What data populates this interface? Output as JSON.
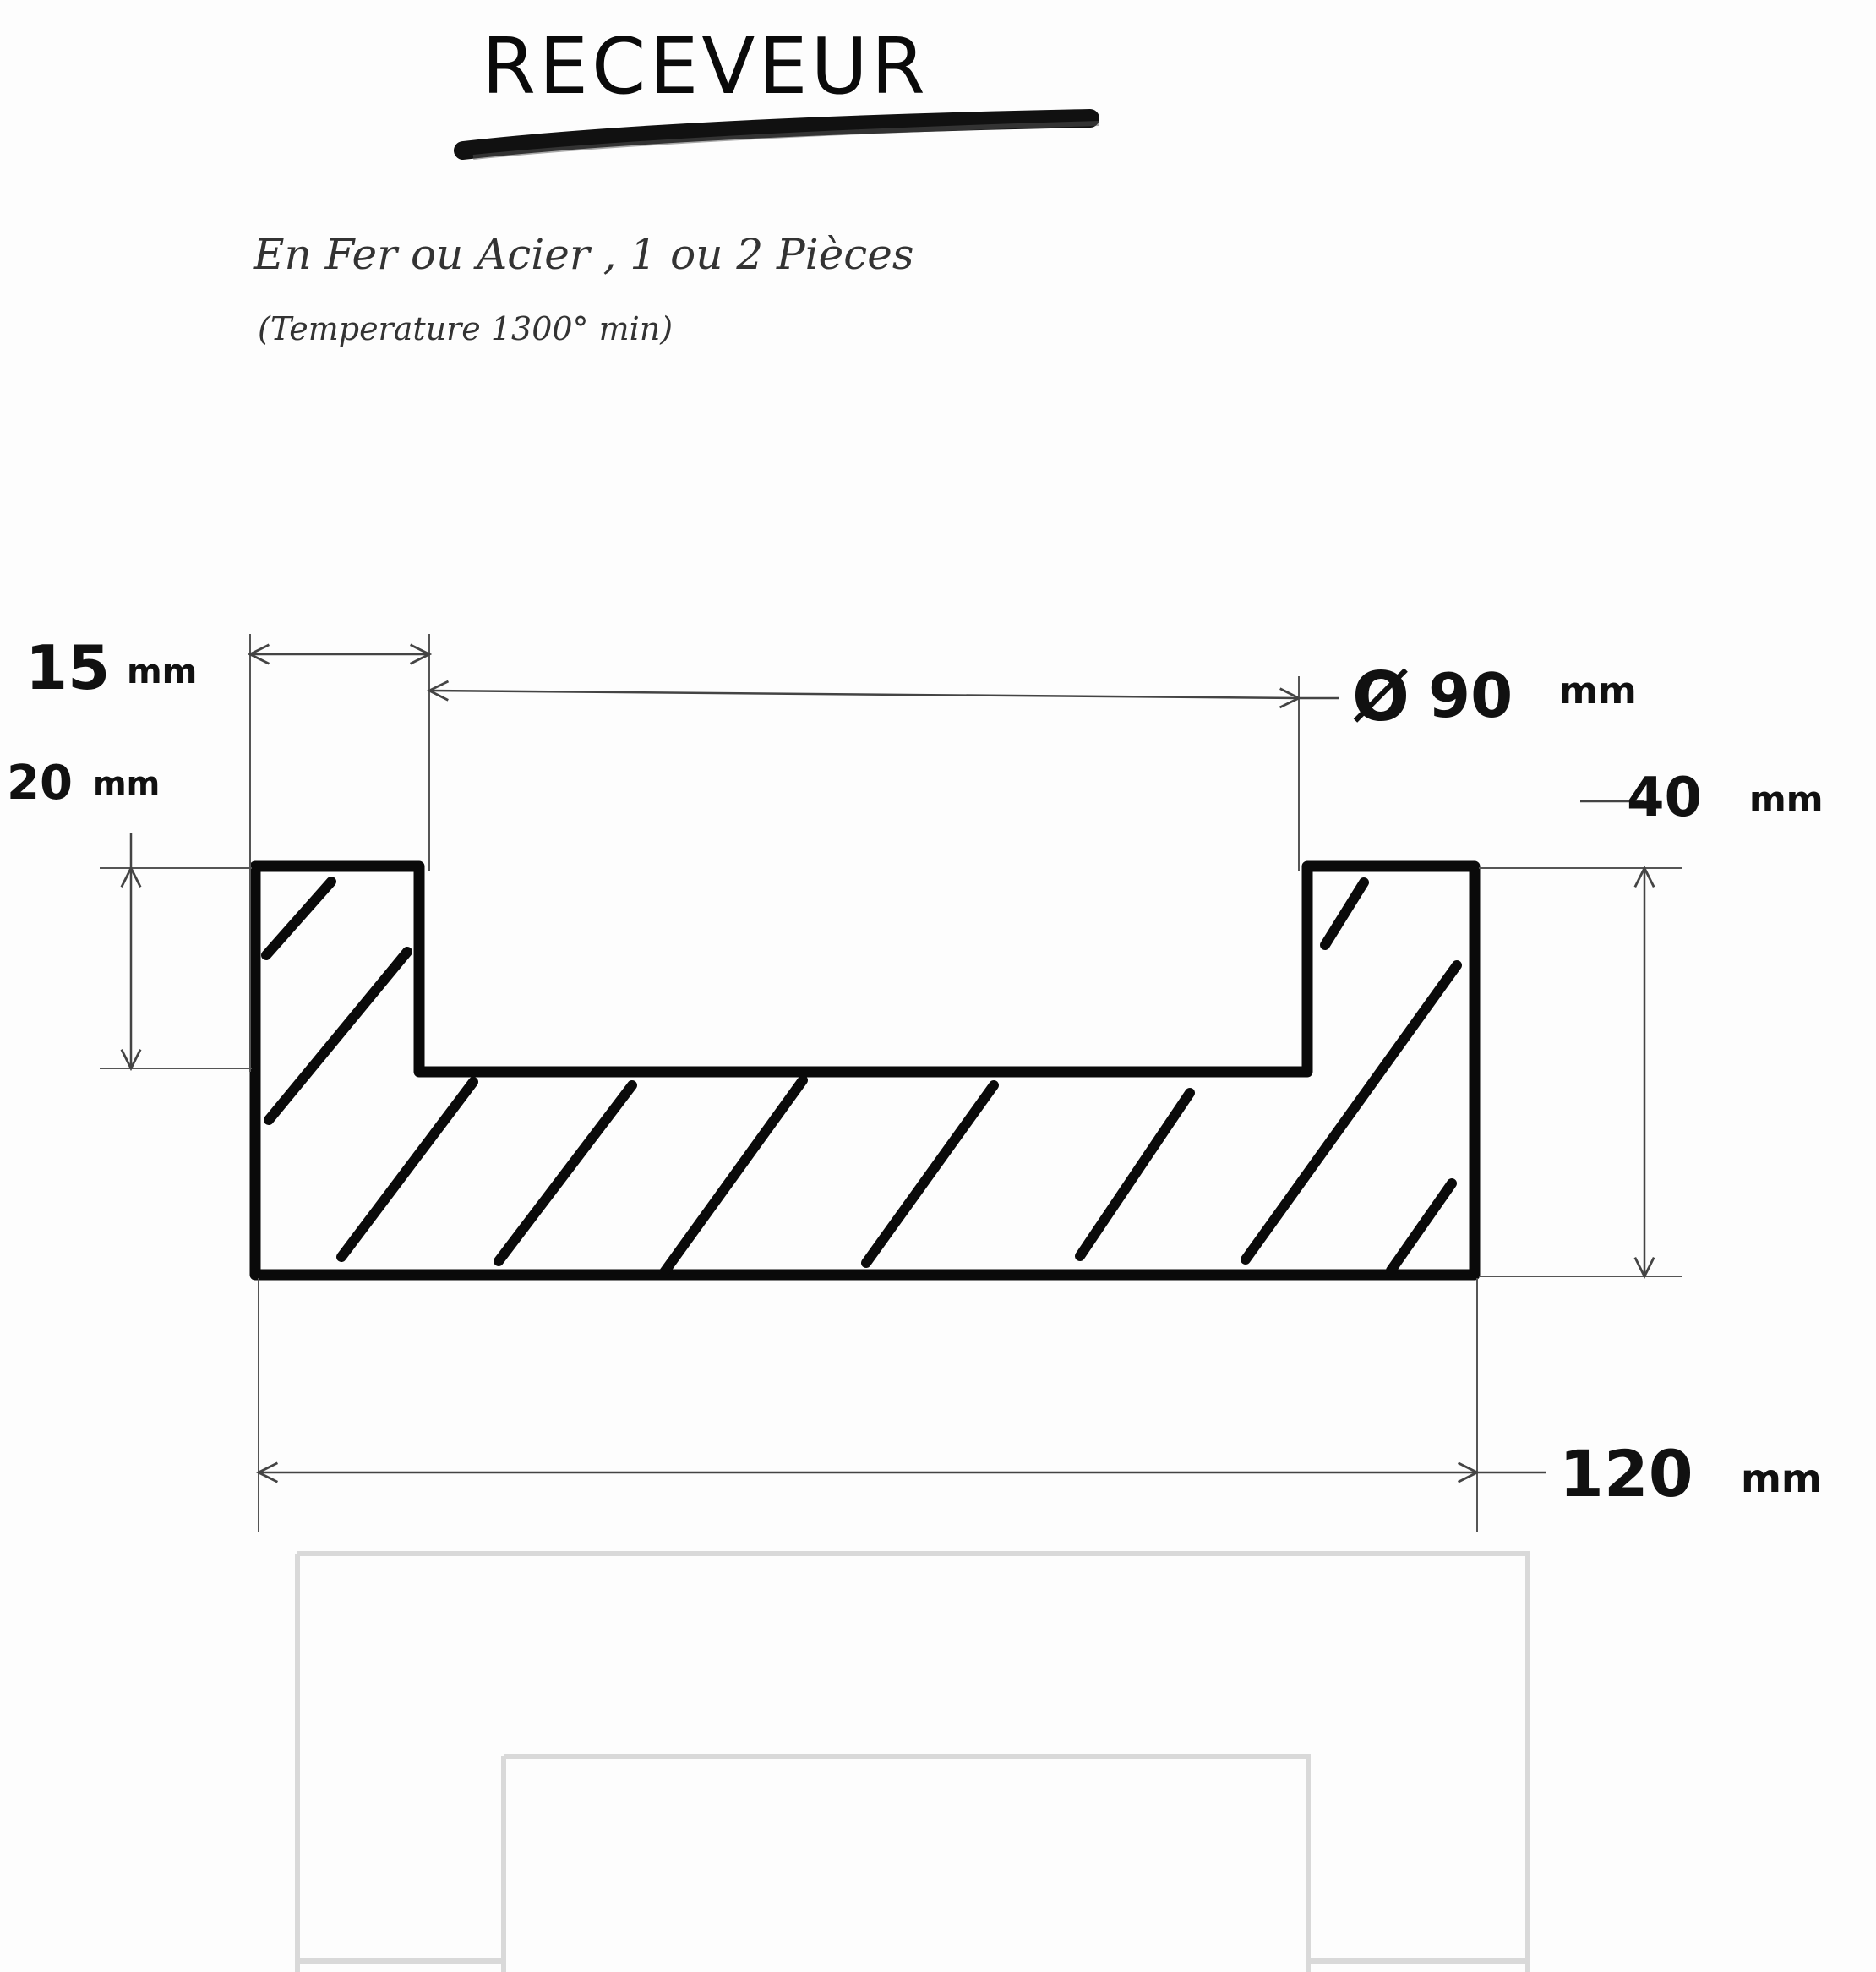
{
  "title": "RECEVEUR",
  "subtitle_line1": "En Fer ou Acier , 1 ou 2 Pièces",
  "subtitle_line2": "(Temperature 1300° min)",
  "dimensions": {
    "flange_width": {
      "value": "15",
      "unit": "mm"
    },
    "flange_height": {
      "value": "20",
      "unit": "mm"
    },
    "inner_diameter": {
      "symbol": "Ø",
      "value": "90",
      "unit": "mm"
    },
    "total_height": {
      "value": "40",
      "unit": "mm"
    },
    "total_width": {
      "value": "120",
      "unit": "mm"
    }
  },
  "colors": {
    "ink": "#0a0a0a",
    "pencil": "#555555",
    "faint_pencil": "#d9d9d9"
  }
}
